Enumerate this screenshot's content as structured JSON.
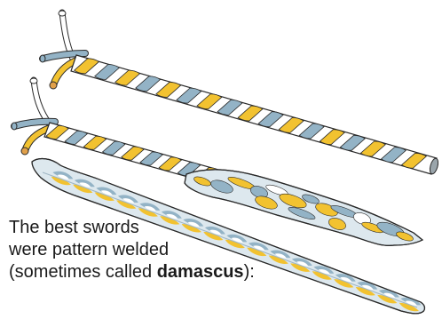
{
  "caption": {
    "line1": "The best swords",
    "line2": "were pattern welded",
    "line3_before": "(sometimes called ",
    "line3_bold": "damascus",
    "line3_after": "):"
  },
  "colors": {
    "gold": "#f2c230",
    "blue": "#93b3c6",
    "white": "#ffffff",
    "blade": "#dde8ee",
    "outline": "#2a2a2a",
    "end_orange": "#e0a04a",
    "end_grey": "#9aa5ab"
  },
  "icons": [
    "twisted-rod-upper",
    "twisted-rod-lower",
    "forged-billet",
    "finished-blade"
  ]
}
